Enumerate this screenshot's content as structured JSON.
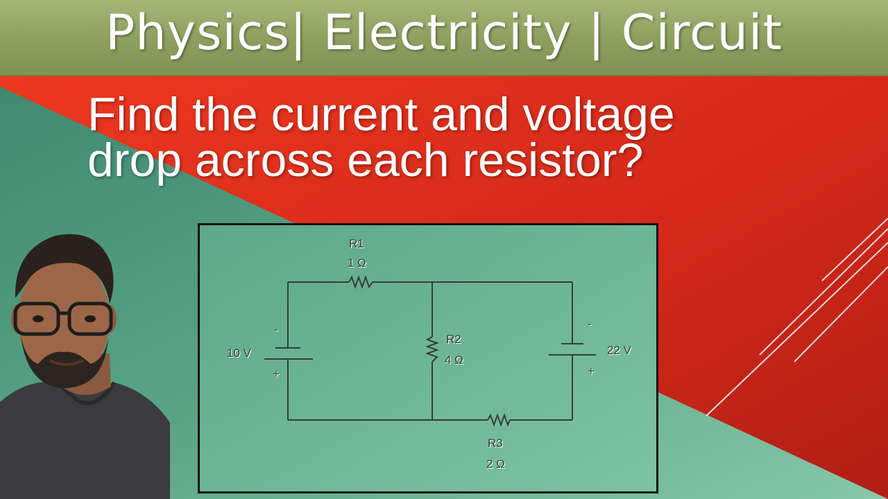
{
  "header": {
    "title": "Physics|  Electricity  |  Circuit"
  },
  "question": {
    "line1": "Find the current and voltage",
    "line2": "drop across each resistor?"
  },
  "circuit": {
    "R1": {
      "name": "R1",
      "value": "1 Ω"
    },
    "R2": {
      "name": "R2",
      "value": "4 Ω"
    },
    "R3": {
      "name": "R3",
      "value": "2 Ω"
    },
    "battery_left": {
      "voltage": "10 V",
      "minus": "-",
      "plus": "+"
    },
    "battery_right": {
      "voltage": "22 V",
      "minus": "-",
      "plus": "+"
    }
  },
  "colors": {
    "title_bar": "#8c9f5e",
    "red_background": "#d8301c",
    "teal_background": "#5aa486",
    "light_teal": "#7fc4a4",
    "wire": "#3a3a3a"
  }
}
